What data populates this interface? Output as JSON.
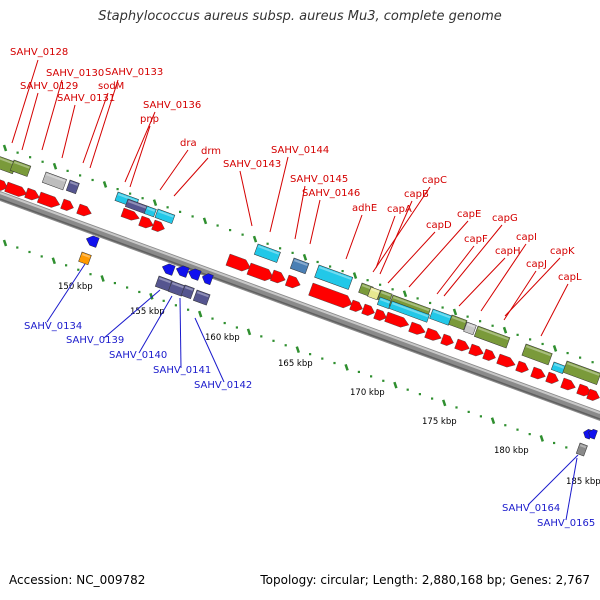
{
  "title": "Staphylococcus aureus subsp. aureus Mu3, complete genome",
  "footer": {
    "accession": "Accession: NC_009782",
    "stats": "Topology: circular; Length: 2,880,168 bp; Genes: 2,767"
  },
  "colors": {
    "label_forward": "#d40000",
    "label_reverse": "#1a1acc",
    "backbone": "#8a8a8a",
    "tick": "#2f8f2f",
    "gene_red": "#ff0000",
    "gene_blue": "#1111ee",
    "gene_cyan": "#22c8e8",
    "gene_olive": "#7a9a3a",
    "gene_purple": "#55558f",
    "gene_orange": "#ff9900"
  },
  "ticks": [
    {
      "label": "150 kbp"
    },
    {
      "label": "155 kbp"
    },
    {
      "label": "160 kbp"
    },
    {
      "label": "165 kbp"
    },
    {
      "label": "170 kbp"
    },
    {
      "label": "175 kbp"
    },
    {
      "label": "180 kbp"
    },
    {
      "label": "185 kbp"
    }
  ],
  "forward_labels": [
    {
      "text": "SAHV_0128"
    },
    {
      "text": "SAHV_0130"
    },
    {
      "text": "SAHV_0129"
    },
    {
      "text": "SAHV_0133"
    },
    {
      "text": "sodM"
    },
    {
      "text": "SAHV_0131"
    },
    {
      "text": "SAHV_0136"
    },
    {
      "text": "pnp"
    },
    {
      "text": "dra"
    },
    {
      "text": "drm"
    },
    {
      "text": "SAHV_0144"
    },
    {
      "text": "SAHV_0143"
    },
    {
      "text": "SAHV_0145"
    },
    {
      "text": "SAHV_0146"
    },
    {
      "text": "adhE"
    },
    {
      "text": "capC"
    },
    {
      "text": "capB"
    },
    {
      "text": "capA"
    },
    {
      "text": "capD"
    },
    {
      "text": "capE"
    },
    {
      "text": "capG"
    },
    {
      "text": "capF"
    },
    {
      "text": "capH"
    },
    {
      "text": "capI"
    },
    {
      "text": "capK"
    },
    {
      "text": "capJ"
    },
    {
      "text": "capL"
    }
  ],
  "reverse_labels": [
    {
      "text": "SAHV_0134"
    },
    {
      "text": "SAHV_0139"
    },
    {
      "text": "SAHV_0140"
    },
    {
      "text": "SAHV_0141"
    },
    {
      "text": "SAHV_0142"
    },
    {
      "text": "SAHV_0164"
    },
    {
      "text": "SAHV_0165"
    }
  ]
}
